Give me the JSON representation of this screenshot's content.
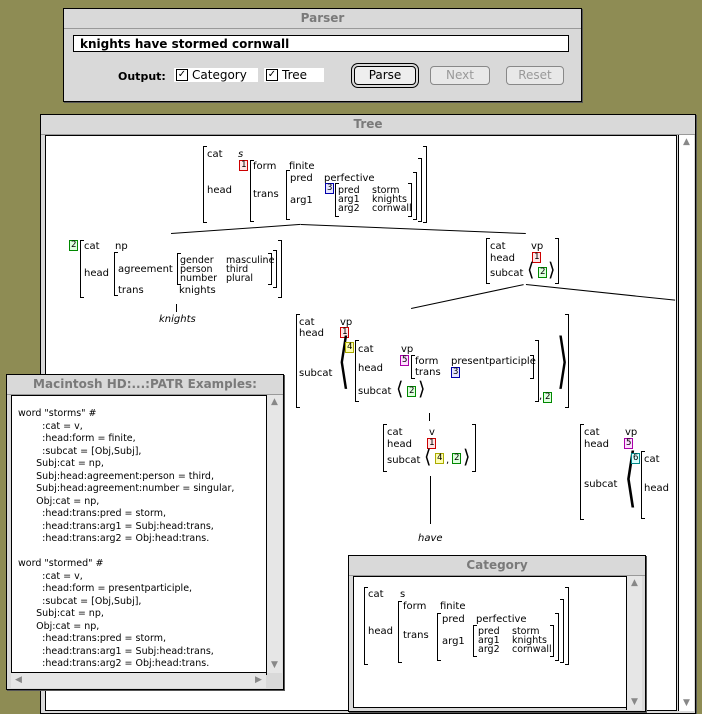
{
  "parser": {
    "title": "Parser",
    "input": "knights have stormed cornwall",
    "output_label": "Output:",
    "category_label": "Category",
    "tree_label": "Tree",
    "parse": "Parse",
    "next": "Next",
    "reset": "Reset"
  },
  "tree": {
    "title": "Tree",
    "root": {
      "cat": "cat",
      "s": "s",
      "head": "head",
      "form": "form",
      "finite": "finite",
      "trans": "trans",
      "pred": "pred",
      "perfective": "perfective",
      "arg1": "arg1",
      "pred2": "pred",
      "storm": "storm",
      "arg1b": "arg1",
      "knights": "knights",
      "arg2": "arg2",
      "cornwall": "cornwall"
    },
    "np": {
      "cat": "cat",
      "np": "np",
      "head": "head",
      "agreement": "agreement",
      "gender": "gender",
      "masculine": "masculine",
      "person": "person",
      "third": "third",
      "number": "number",
      "plural": "plural",
      "trans": "trans",
      "knights": "knights",
      "word": "knights"
    },
    "vp1": {
      "cat": "cat",
      "vp": "vp",
      "head": "head",
      "subcat": "subcat"
    },
    "vp2": {
      "cat": "cat",
      "vp": "vp",
      "head": "head",
      "subcat": "subcat",
      "icat": "cat",
      "ivp": "vp",
      "ihead": "head",
      "form": "form",
      "pp": "presentparticiple",
      "trans": "trans",
      "isubcat": "subcat"
    },
    "v": {
      "cat": "cat",
      "v": "v",
      "head": "head",
      "subcat": "subcat",
      "word": "have"
    },
    "vp3": {
      "cat": "cat",
      "vp": "vp",
      "head": "head",
      "subcat": "subcat",
      "icat": "cat",
      "ihead": "head"
    },
    "tags": {
      "t1": "1",
      "t2": "2",
      "t3": "3",
      "t4": "4",
      "t5": "5",
      "t6": "6"
    }
  },
  "patr": {
    "title": "Macintosh HD:...:PATR Examples:",
    "lines": [
      "word \"storms\" #",
      "        :cat = v,",
      "        :head:form = finite,",
      "        :subcat = [Obj,Subj],",
      "      Subj:cat = np,",
      "      Subj:head:agreement:person = third,",
      "      Subj:head:agreement:number = singular,",
      "      Obj:cat = np,",
      "        :head:trans:pred = storm,",
      "        :head:trans:arg1 = Subj:head:trans,",
      "        :head:trans:arg2 = Obj:head:trans.",
      "",
      "word \"stormed\" #",
      "        :cat = v,",
      "        :head:form = presentparticiple,",
      "        :subcat = [Obj,Subj],",
      "      Subj:cat = np,",
      "      Obj:cat = np,",
      "        :head:trans:pred = storm,",
      "        :head:trans:arg1 = Subj:head:trans,",
      "        :head:trans:arg2 = Obj:head:trans."
    ]
  },
  "category": {
    "title": "Category",
    "cat": "cat",
    "s": "s",
    "form": "form",
    "finite": "finite",
    "head": "head",
    "trans": "trans",
    "pred": "pred",
    "perfective": "perfective",
    "arg1": "arg1",
    "pred2": "pred",
    "storm": "storm",
    "arg1b": "arg1",
    "knights": "knights",
    "arg2": "arg2",
    "cornwall": "cornwall"
  }
}
